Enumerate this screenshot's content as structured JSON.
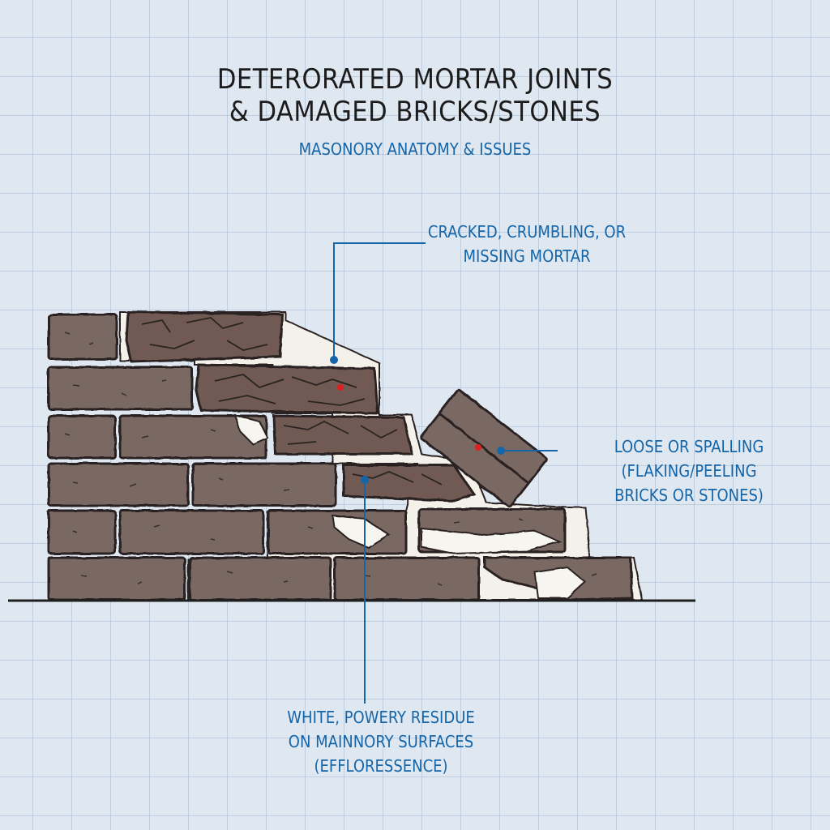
{
  "title": {
    "line1": "DETERORATED MORTAR JOINTS",
    "line2": "& DAMAGED BRICKS/STONES"
  },
  "subtitle": "MASONORY ANATOMY & ISSUES",
  "callouts": {
    "mortar": {
      "line1": "CRACKED, CRUMBLING, OR",
      "line2": "MISSING MORTAR"
    },
    "loose": {
      "line1": "LOOSE OR SPALLING (FLAKING/PEELING",
      "line2": "BRICKS OR STONES)"
    },
    "efflorescence": {
      "line1": "WHITE, POWERY RESIDUE",
      "line2": "ON MAINNORY SURFACES",
      "line3": "(EFFLORESSENCE)"
    }
  },
  "colors": {
    "grid_background": "#dfe8f1",
    "brick": "#7a6862",
    "damaged_brick": "#6f5a52",
    "mortar": "#f4f1ea",
    "outline": "#2a2420",
    "leader_line": "#1565a9",
    "marker_red": "#e02020",
    "title_text": "#1c1c1c",
    "label_text": "#1565a9"
  }
}
